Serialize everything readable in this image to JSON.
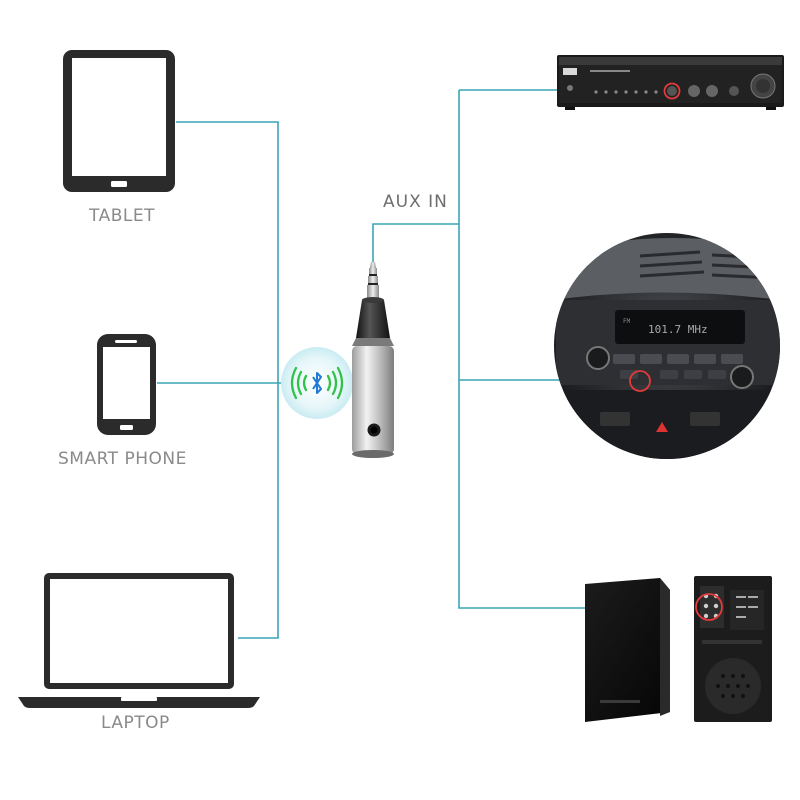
{
  "labels": {
    "tablet": "TABLET",
    "smart_phone": "SMART PHONE",
    "laptop": "LAPTOP",
    "aux_in": "AUX IN"
  },
  "colors": {
    "connector_line": "#3aa6b5",
    "device_outline": "#2b2b2b",
    "highlight_circle": "#e23a3a",
    "bluetooth_glow": "#c9ecf2",
    "bluetooth_waves": "#31c24a",
    "bluetooth_symbol": "#1f7ad6"
  },
  "icons": {
    "source_devices": [
      "tablet-icon",
      "smartphone-icon",
      "laptop-icon"
    ],
    "adapter": "bluetooth-aux-receiver-icon",
    "targets": [
      "amplifier-icon",
      "car-stereo-icon",
      "speaker-icon"
    ]
  }
}
